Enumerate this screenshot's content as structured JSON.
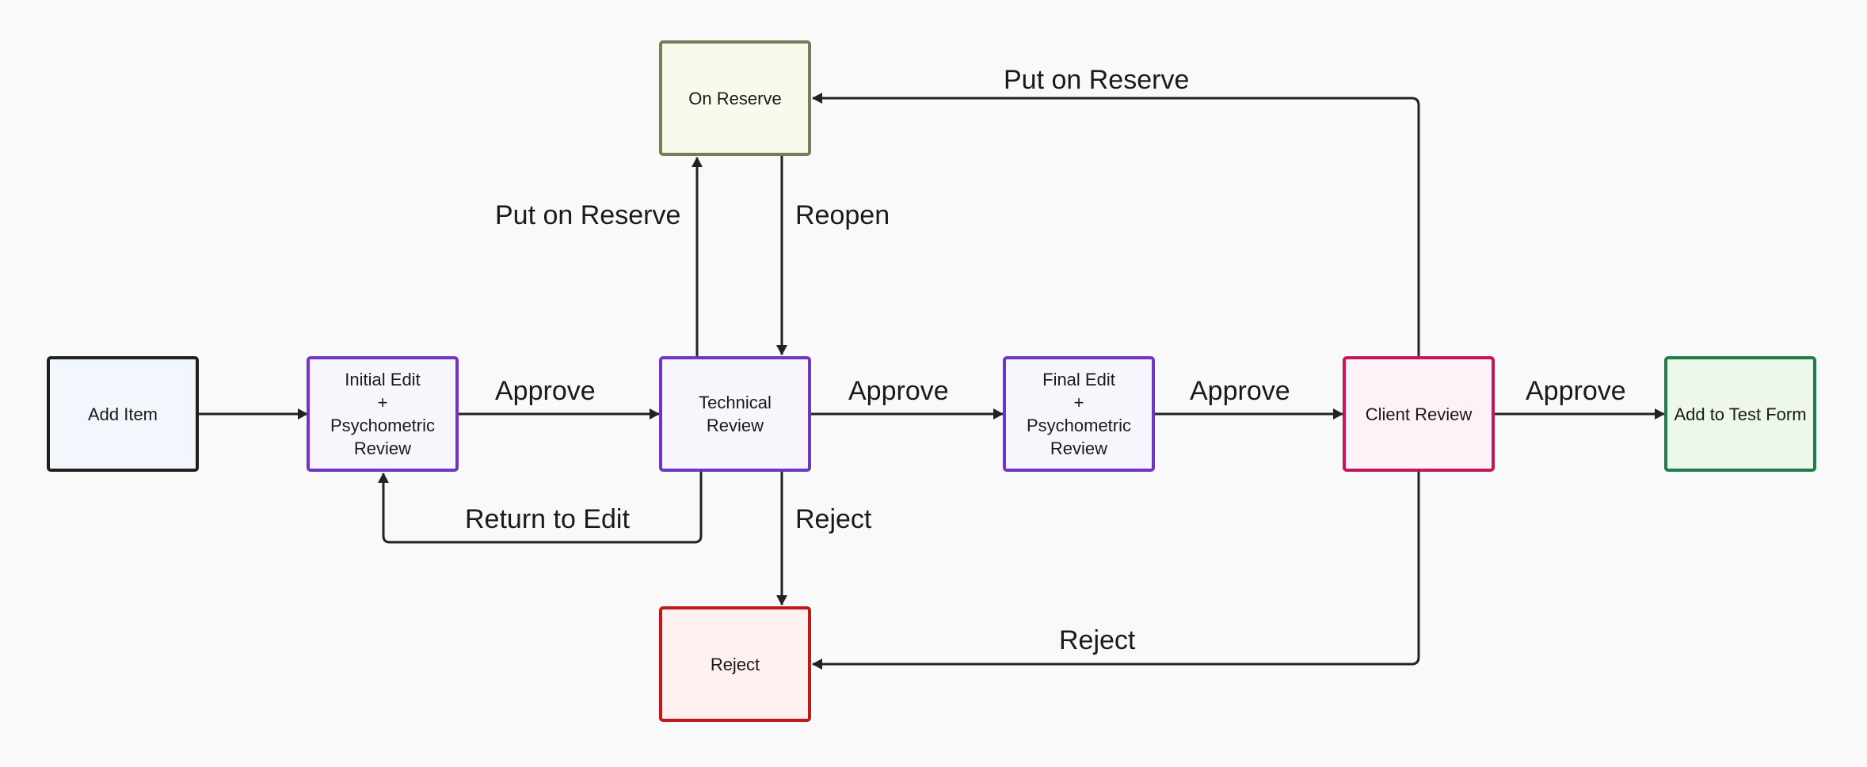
{
  "nodes": {
    "add_item": {
      "label": "Add Item",
      "border": "#1f1f1f",
      "fill": "#f2f6fd"
    },
    "initial_edit": {
      "label": "Initial Edit\n+\nPsychometric\nReview",
      "border": "#6e35c7",
      "fill": "#f7f6fd"
    },
    "technical": {
      "label": "Technical\nReview",
      "border": "#6e35c7",
      "fill": "#f7f6fd"
    },
    "final_edit": {
      "label": "Final Edit\n+\nPsychometric\nReview",
      "border": "#6e35c7",
      "fill": "#f7f6fd"
    },
    "client": {
      "label": "Client Review",
      "border": "#c2185b",
      "fill": "#fdf2f7"
    },
    "add_test_form": {
      "label": "Add to Test Form",
      "border": "#1e7e4a",
      "fill": "#eef8ea"
    },
    "on_reserve": {
      "label": "On Reserve",
      "border": "#7a7a5a",
      "fill": "#f8faec"
    },
    "reject": {
      "label": "Reject",
      "border": "#c01818",
      "fill": "#fef1f0"
    }
  },
  "edges": {
    "approve_1": "Approve",
    "approve_2": "Approve",
    "approve_3": "Approve",
    "approve_4": "Approve",
    "return_to_edit": "Return to Edit",
    "put_on_reserve_tech": "Put on Reserve",
    "reopen": "Reopen",
    "reject_tech": "Reject",
    "put_on_reserve_client": "Put on Reserve",
    "reject_client": "Reject"
  },
  "colors": {
    "edge": "#222222",
    "background": "#f9f9f9"
  }
}
